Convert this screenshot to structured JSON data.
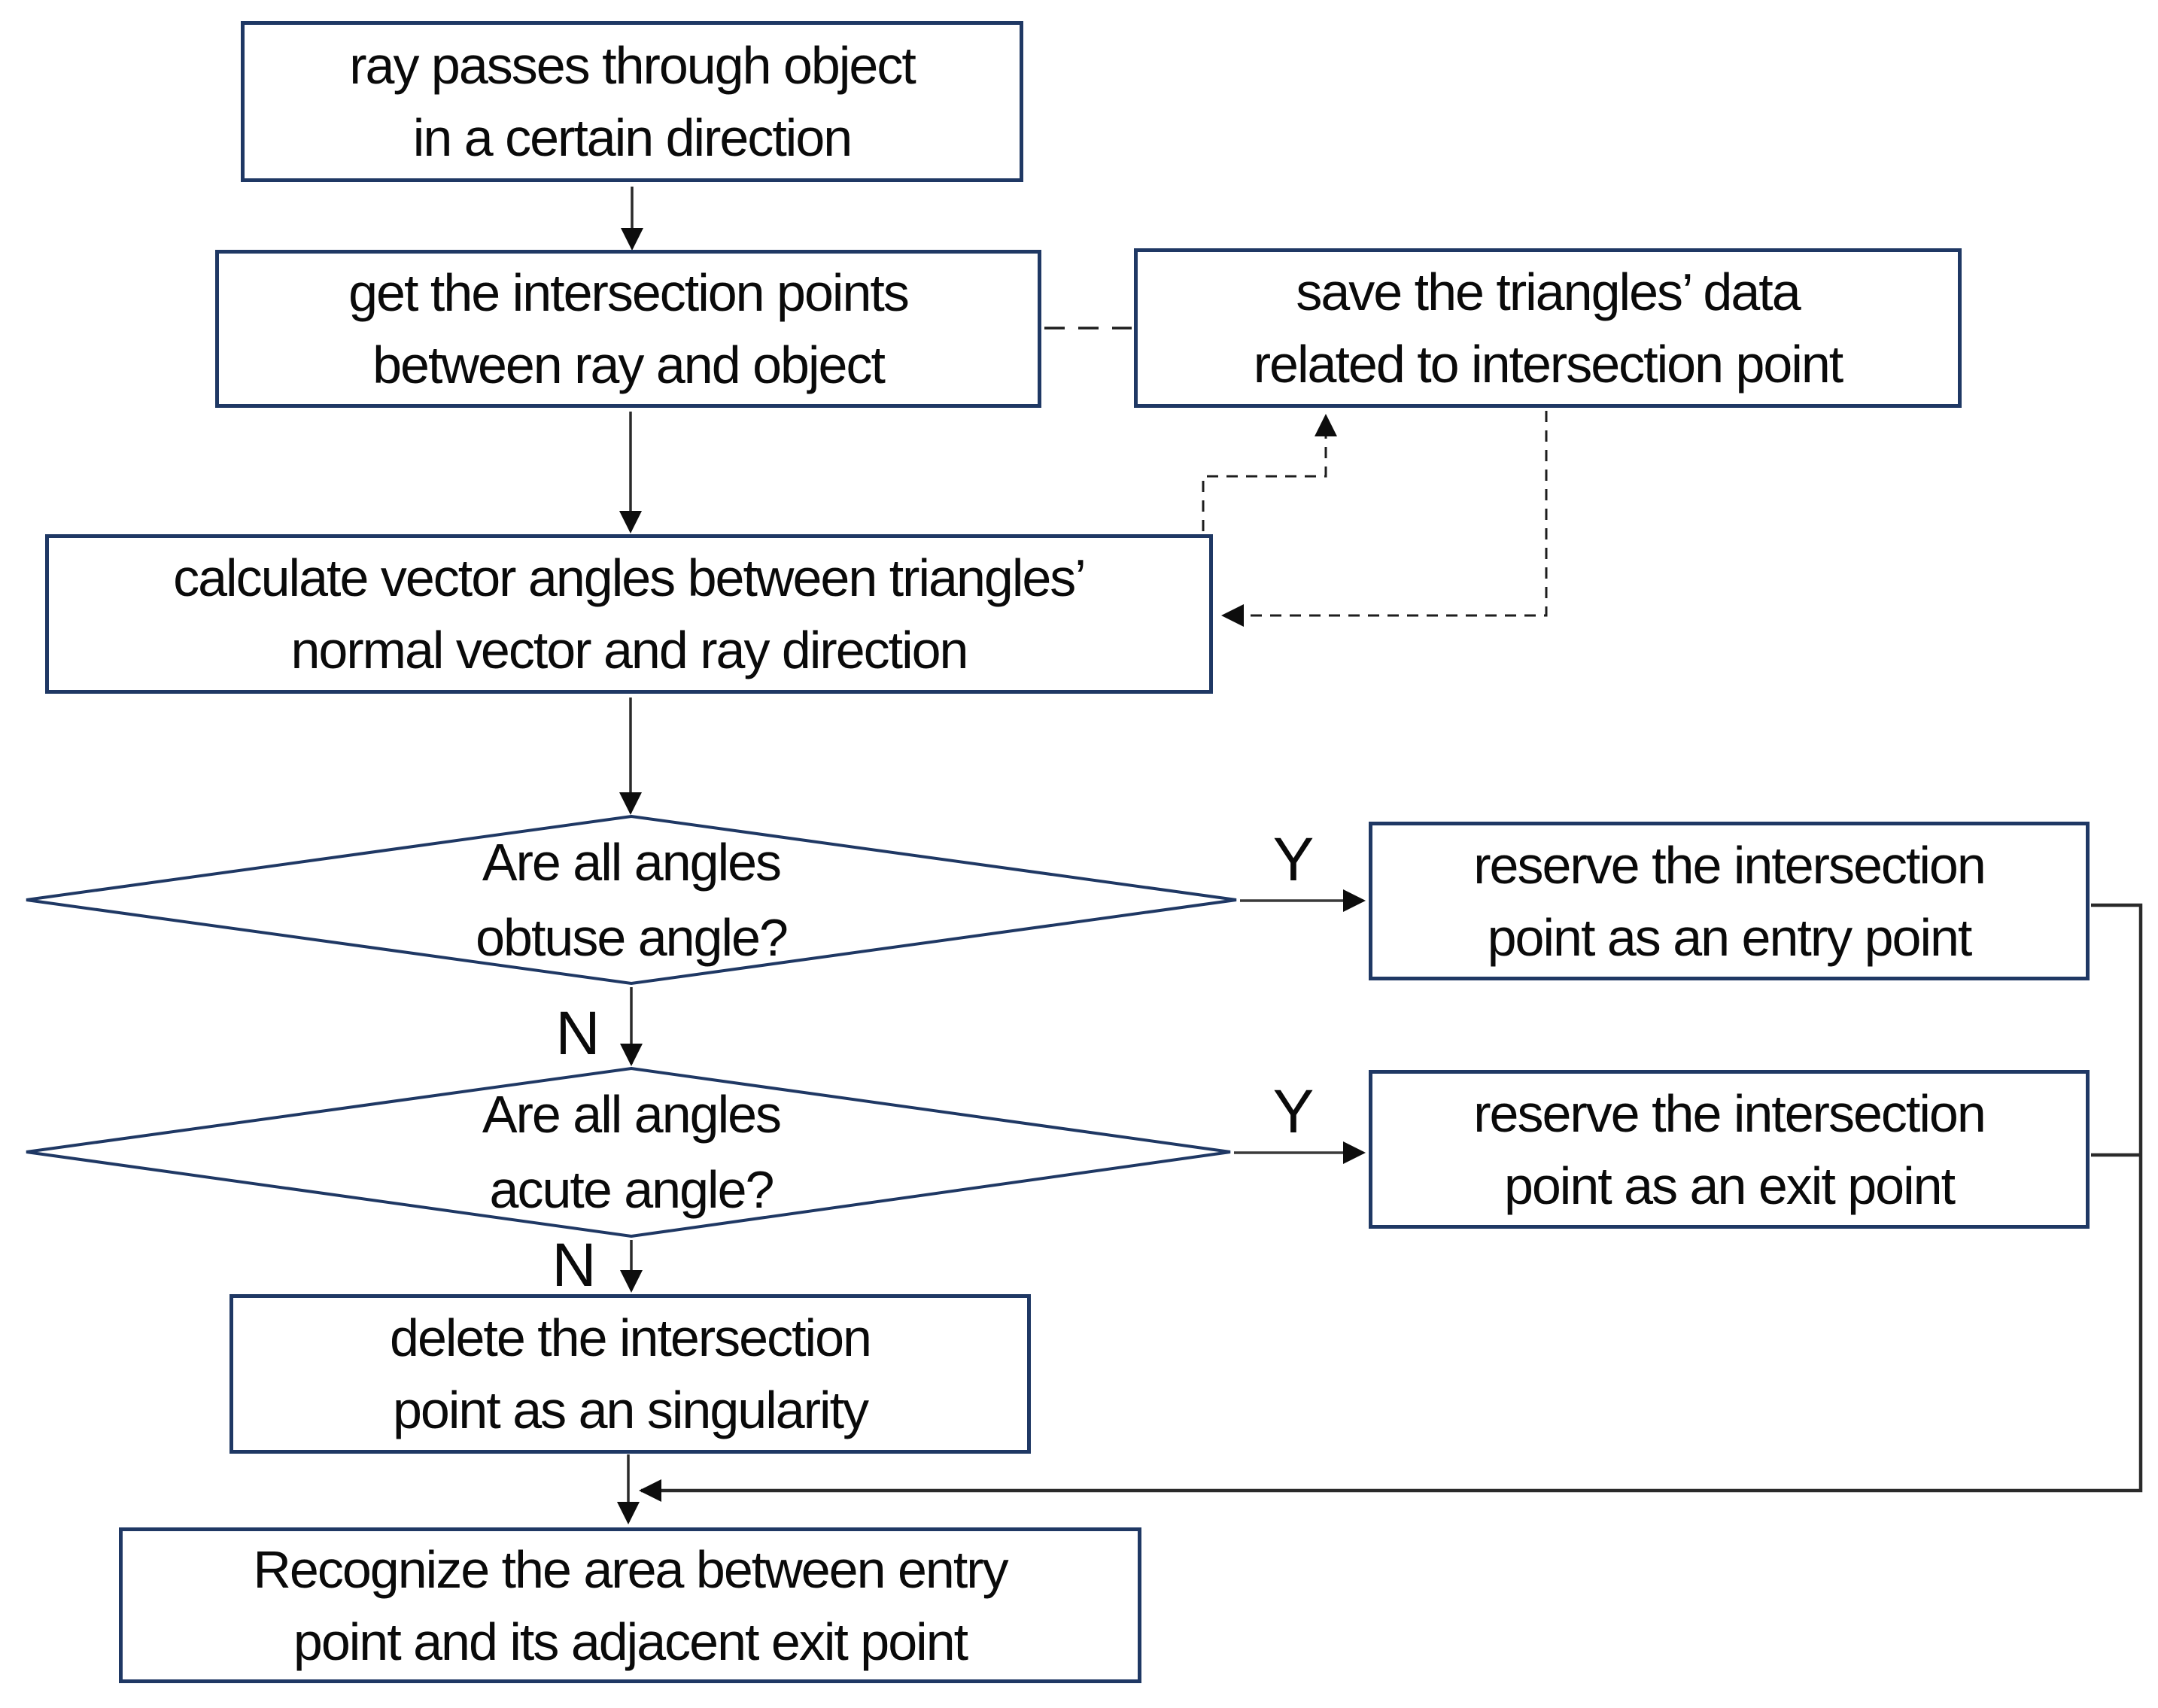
{
  "diagram": {
    "type": "flowchart",
    "background": "#ffffff",
    "colors": {
      "shape_border": "#1f3864",
      "shape_fill": "#ffffff",
      "connector": "#2a2a2a",
      "arrowhead": "#0d0d0d",
      "text": "#0a0a0a"
    },
    "nodes": {
      "ray": {
        "shape": "rect",
        "label": "ray passes through object\nin a certain direction"
      },
      "get": {
        "shape": "rect",
        "label": "get the intersection points\nbetween ray and object"
      },
      "save": {
        "shape": "rect",
        "label": "save the triangles’ data\nrelated to intersection point"
      },
      "calc": {
        "shape": "rect",
        "label": "calculate vector angles between triangles’\nnormal vector and ray direction"
      },
      "obtuse": {
        "shape": "diamond",
        "label": "Are all angles\nobtuse angle?"
      },
      "entry": {
        "shape": "rect",
        "label": "reserve the intersection\npoint as an entry point"
      },
      "acute": {
        "shape": "diamond",
        "label": "Are all angles\nacute angle?"
      },
      "exit": {
        "shape": "rect",
        "label": "reserve the intersection\npoint as an exit point"
      },
      "delete": {
        "shape": "rect",
        "label": "delete the intersection\npoint as an singularity"
      },
      "recognize": {
        "shape": "rect",
        "label": "Recognize the area between entry\npoint and its adjacent exit point"
      }
    },
    "edge_labels": {
      "obtuse_yes": "Y",
      "obtuse_no": "N",
      "acute_yes": "Y",
      "acute_no": "N"
    },
    "edges": [
      {
        "from": "ray",
        "to": "get",
        "style": "solid",
        "label": ""
      },
      {
        "from": "get",
        "to": "save",
        "style": "dashed",
        "label": ""
      },
      {
        "from": "get",
        "to": "calc",
        "style": "solid",
        "label": ""
      },
      {
        "from": "calc",
        "to": "save",
        "style": "dashed",
        "label": ""
      },
      {
        "from": "save",
        "to": "calc",
        "style": "dashed",
        "label": ""
      },
      {
        "from": "calc",
        "to": "obtuse",
        "style": "solid",
        "label": ""
      },
      {
        "from": "obtuse",
        "to": "entry",
        "style": "solid",
        "label": "Y"
      },
      {
        "from": "obtuse",
        "to": "acute",
        "style": "solid",
        "label": "N"
      },
      {
        "from": "acute",
        "to": "exit",
        "style": "solid",
        "label": "Y"
      },
      {
        "from": "acute",
        "to": "delete",
        "style": "solid",
        "label": "N"
      },
      {
        "from": "entry",
        "to": "recognize",
        "style": "solid",
        "label": ""
      },
      {
        "from": "exit",
        "to": "recognize",
        "style": "solid",
        "label": ""
      },
      {
        "from": "delete",
        "to": "recognize",
        "style": "solid",
        "label": ""
      }
    ]
  }
}
